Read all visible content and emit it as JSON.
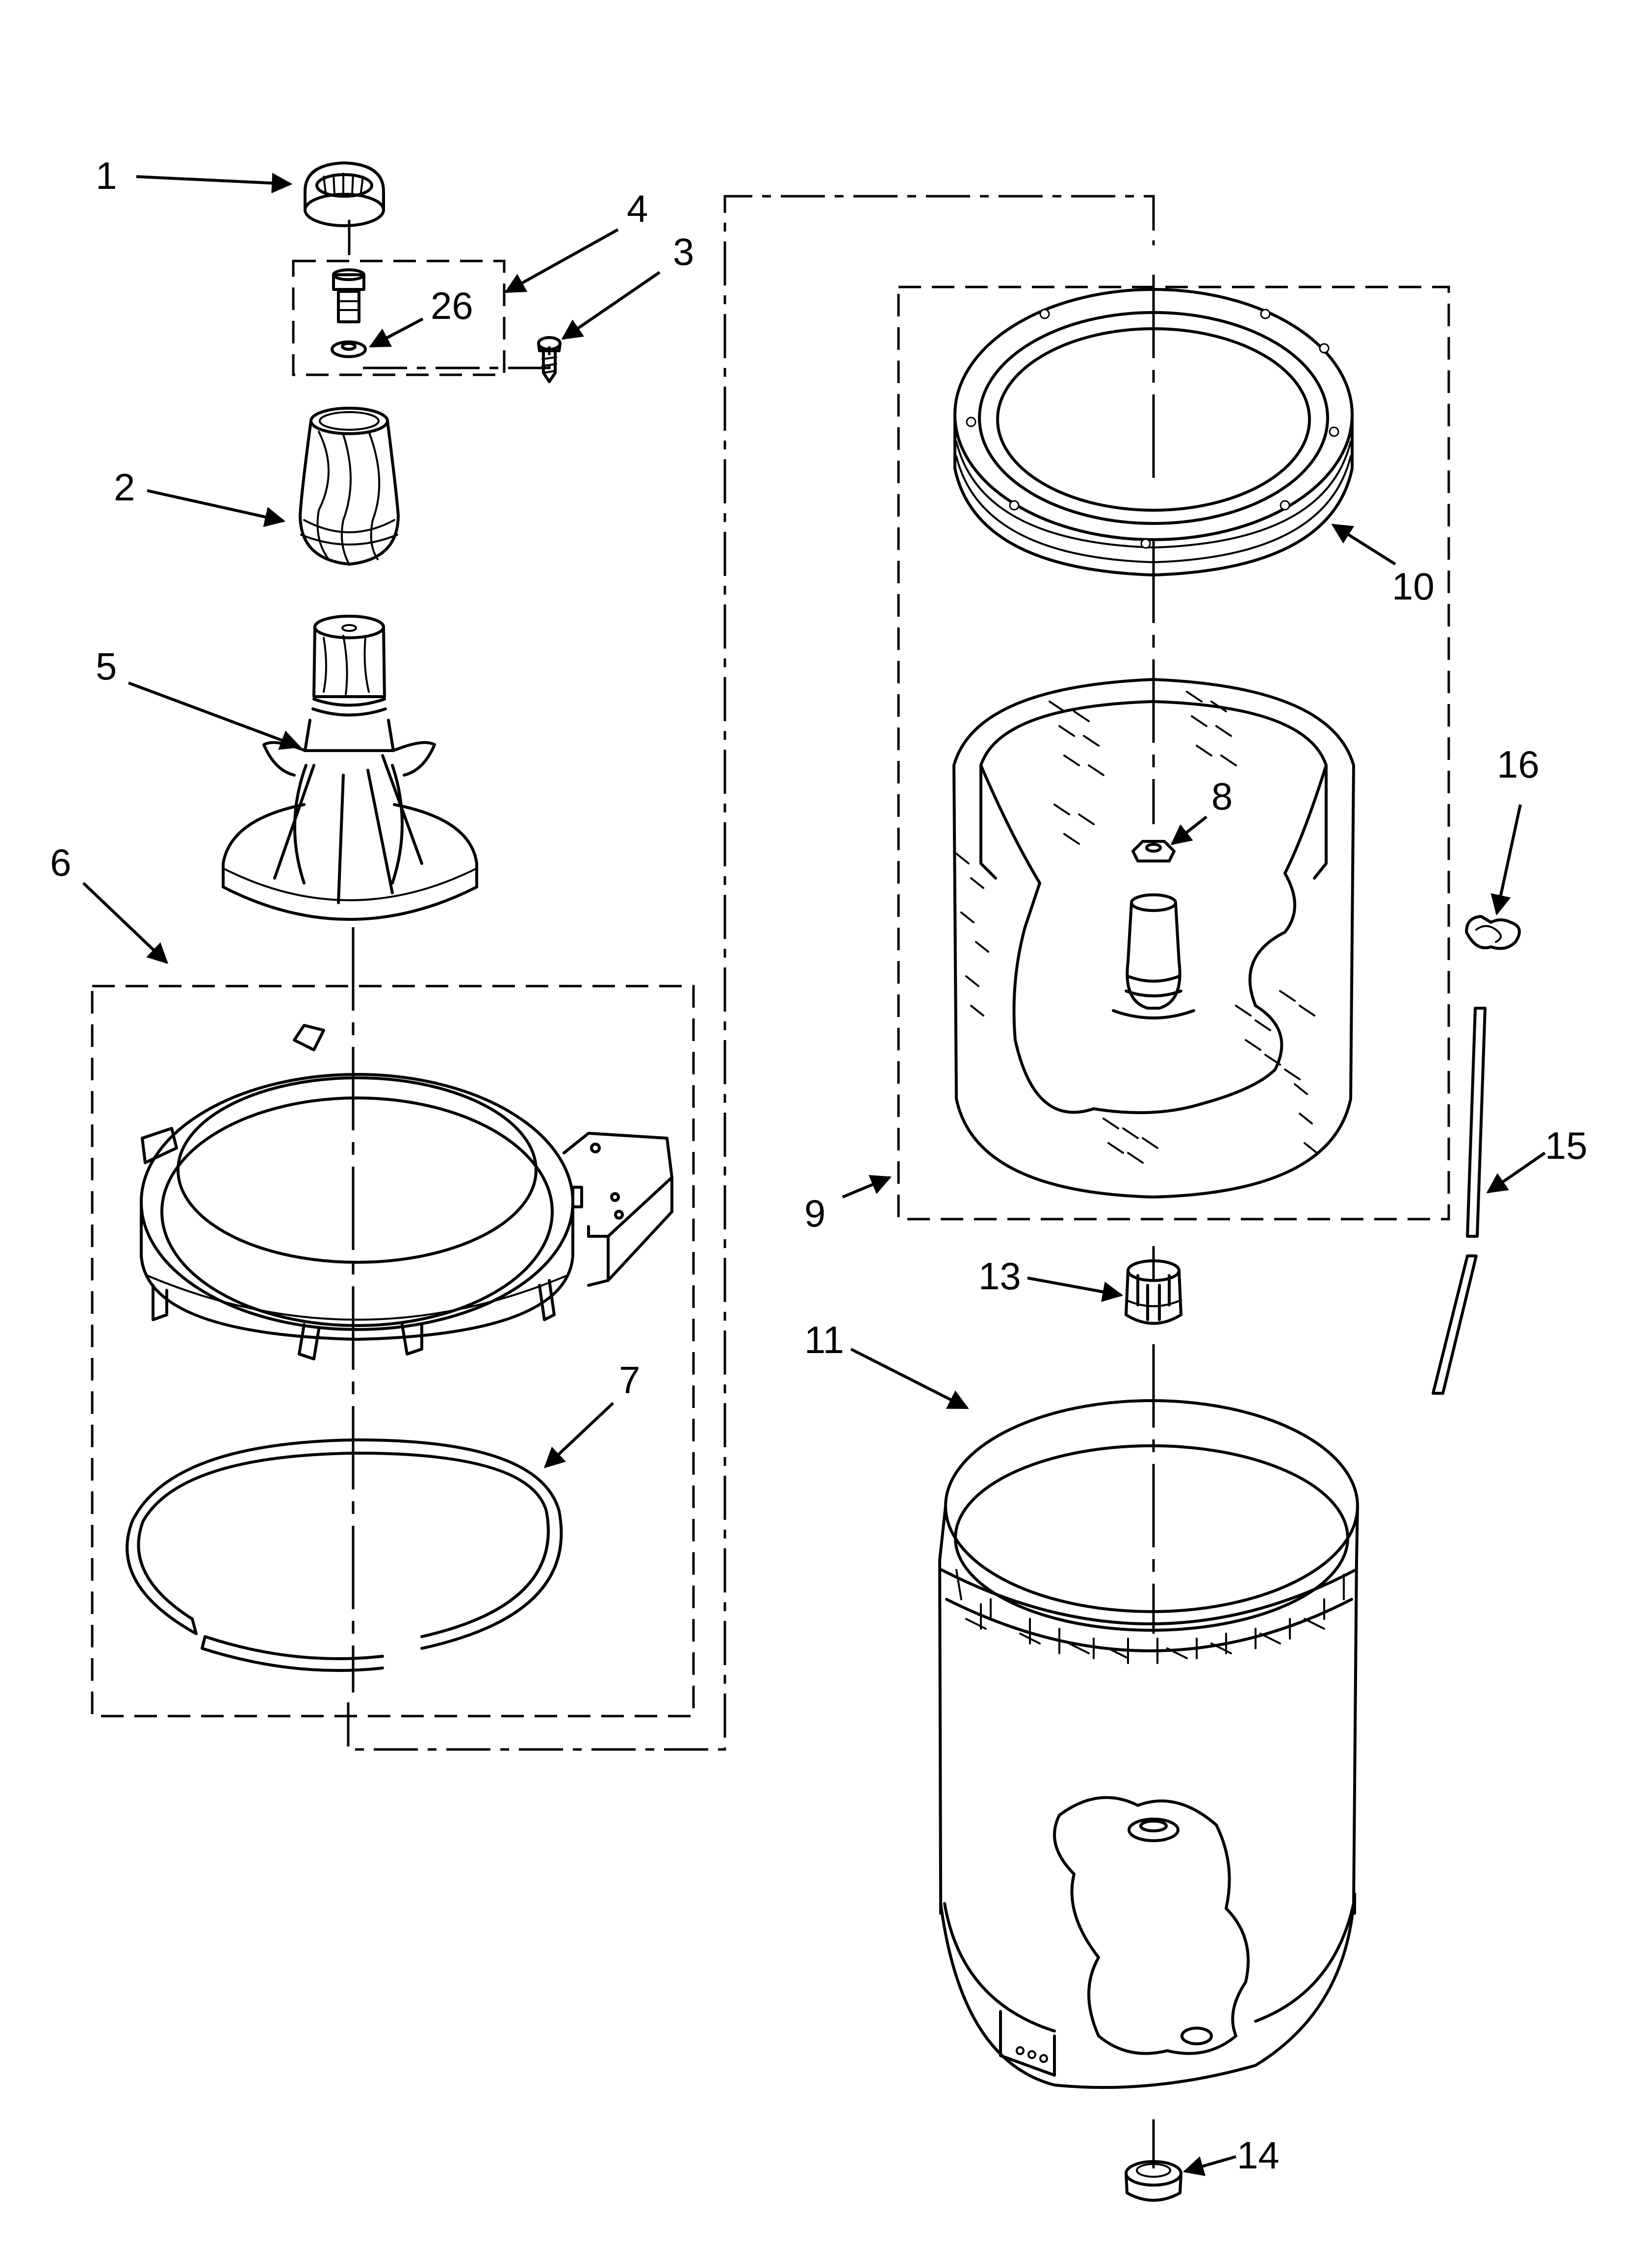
{
  "colors": {
    "ink": "#000000",
    "paper": "#ffffff"
  },
  "callouts": [
    {
      "id": "part-1",
      "label": "1"
    },
    {
      "id": "part-2",
      "label": "2"
    },
    {
      "id": "part-3",
      "label": "3"
    },
    {
      "id": "part-4",
      "label": "4"
    },
    {
      "id": "part-5",
      "label": "5"
    },
    {
      "id": "part-6",
      "label": "6"
    },
    {
      "id": "part-7",
      "label": "7"
    },
    {
      "id": "part-8",
      "label": "8"
    },
    {
      "id": "part-9",
      "label": "9"
    },
    {
      "id": "part-10",
      "label": "10"
    },
    {
      "id": "part-11",
      "label": "11"
    },
    {
      "id": "part-13",
      "label": "13"
    },
    {
      "id": "part-14",
      "label": "14"
    },
    {
      "id": "part-15",
      "label": "15"
    },
    {
      "id": "part-16",
      "label": "16"
    },
    {
      "id": "part-26",
      "label": "26"
    }
  ]
}
